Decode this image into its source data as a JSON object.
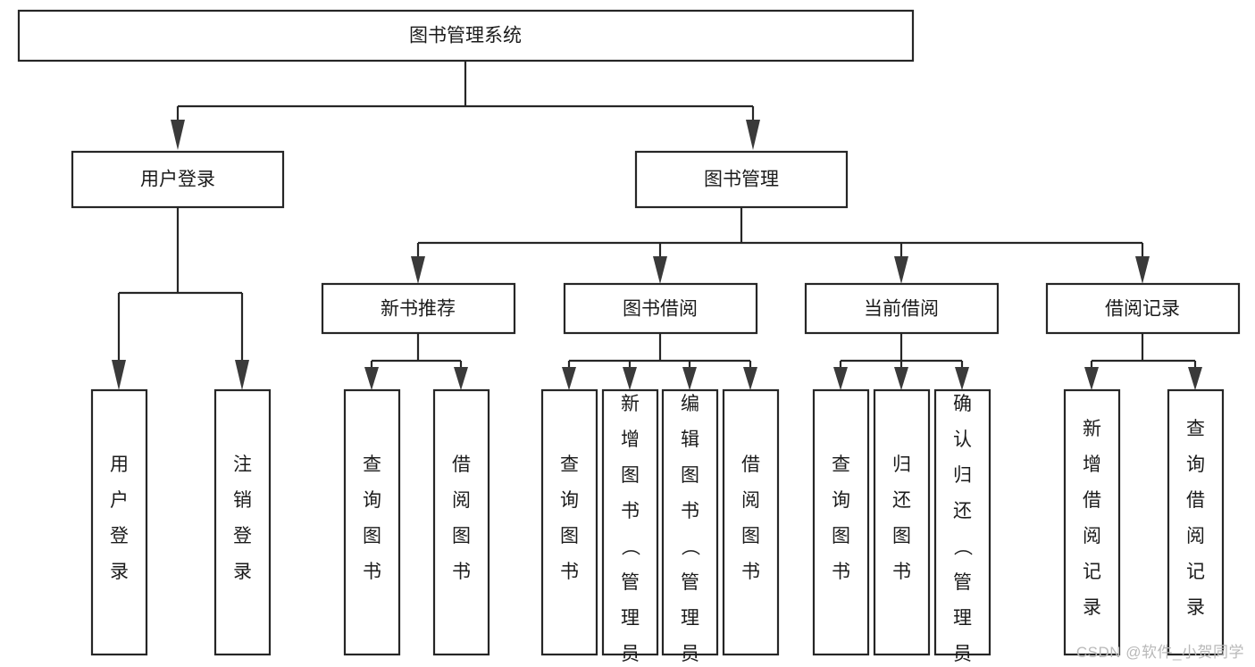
{
  "diagram": {
    "title_node": {
      "label": "图书管理系统"
    },
    "level2": [
      {
        "id": "user-login",
        "label": "用户登录"
      },
      {
        "id": "book-management",
        "label": "图书管理"
      }
    ],
    "level3": [
      {
        "id": "new-book-recommend",
        "label": "新书推荐"
      },
      {
        "id": "book-borrow",
        "label": "图书借阅"
      },
      {
        "id": "current-borrow",
        "label": "当前借阅"
      },
      {
        "id": "borrow-record",
        "label": "借阅记录"
      }
    ],
    "leaves": {
      "user-login": [
        {
          "id": "leaf-user-login",
          "label": "用户登录"
        },
        {
          "id": "leaf-logout-login",
          "label": "注销登录"
        }
      ],
      "new-book-recommend": [
        {
          "id": "leaf-query-book-1",
          "label": "查询图书"
        },
        {
          "id": "leaf-borrow-book-1",
          "label": "借阅图书"
        }
      ],
      "book-borrow": [
        {
          "id": "leaf-query-book-2",
          "label": "查询图书"
        },
        {
          "id": "leaf-add-book",
          "label": "新增图书（管理员）"
        },
        {
          "id": "leaf-edit-book",
          "label": "编辑图书（管理员）"
        },
        {
          "id": "leaf-borrow-book-2",
          "label": "借阅图书"
        }
      ],
      "current-borrow": [
        {
          "id": "leaf-query-book-3",
          "label": "查询图书"
        },
        {
          "id": "leaf-return-book",
          "label": "归还图书"
        },
        {
          "id": "leaf-confirm-return",
          "label": "确认归还（管理员）"
        }
      ],
      "borrow-record": [
        {
          "id": "leaf-add-record",
          "label": "新增借阅记录"
        },
        {
          "id": "leaf-query-record",
          "label": "查询借阅记录"
        }
      ]
    }
  },
  "watermark": {
    "text": "CSDN @软件_小贺同学"
  },
  "colors": {
    "box_stroke": "#262626",
    "box_fill": "#ffffff",
    "text": "#1b1b1b",
    "watermark": "#b9b9b9",
    "background": "#ffffff"
  }
}
